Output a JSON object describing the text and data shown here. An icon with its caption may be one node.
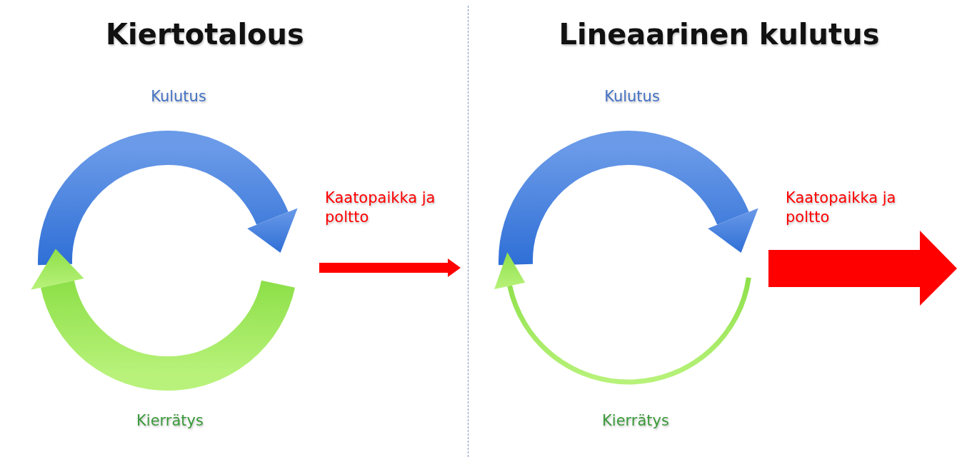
{
  "diagram": {
    "labels": [
      "Kiertotalous",
      "Lineaarinen kulutus",
      "Kulutus",
      "Kaatopaikka ja poltto",
      "Kierrätys",
      "Kulutus",
      "Kaatopaikka ja poltto",
      "Kierrätys"
    ]
  }
}
